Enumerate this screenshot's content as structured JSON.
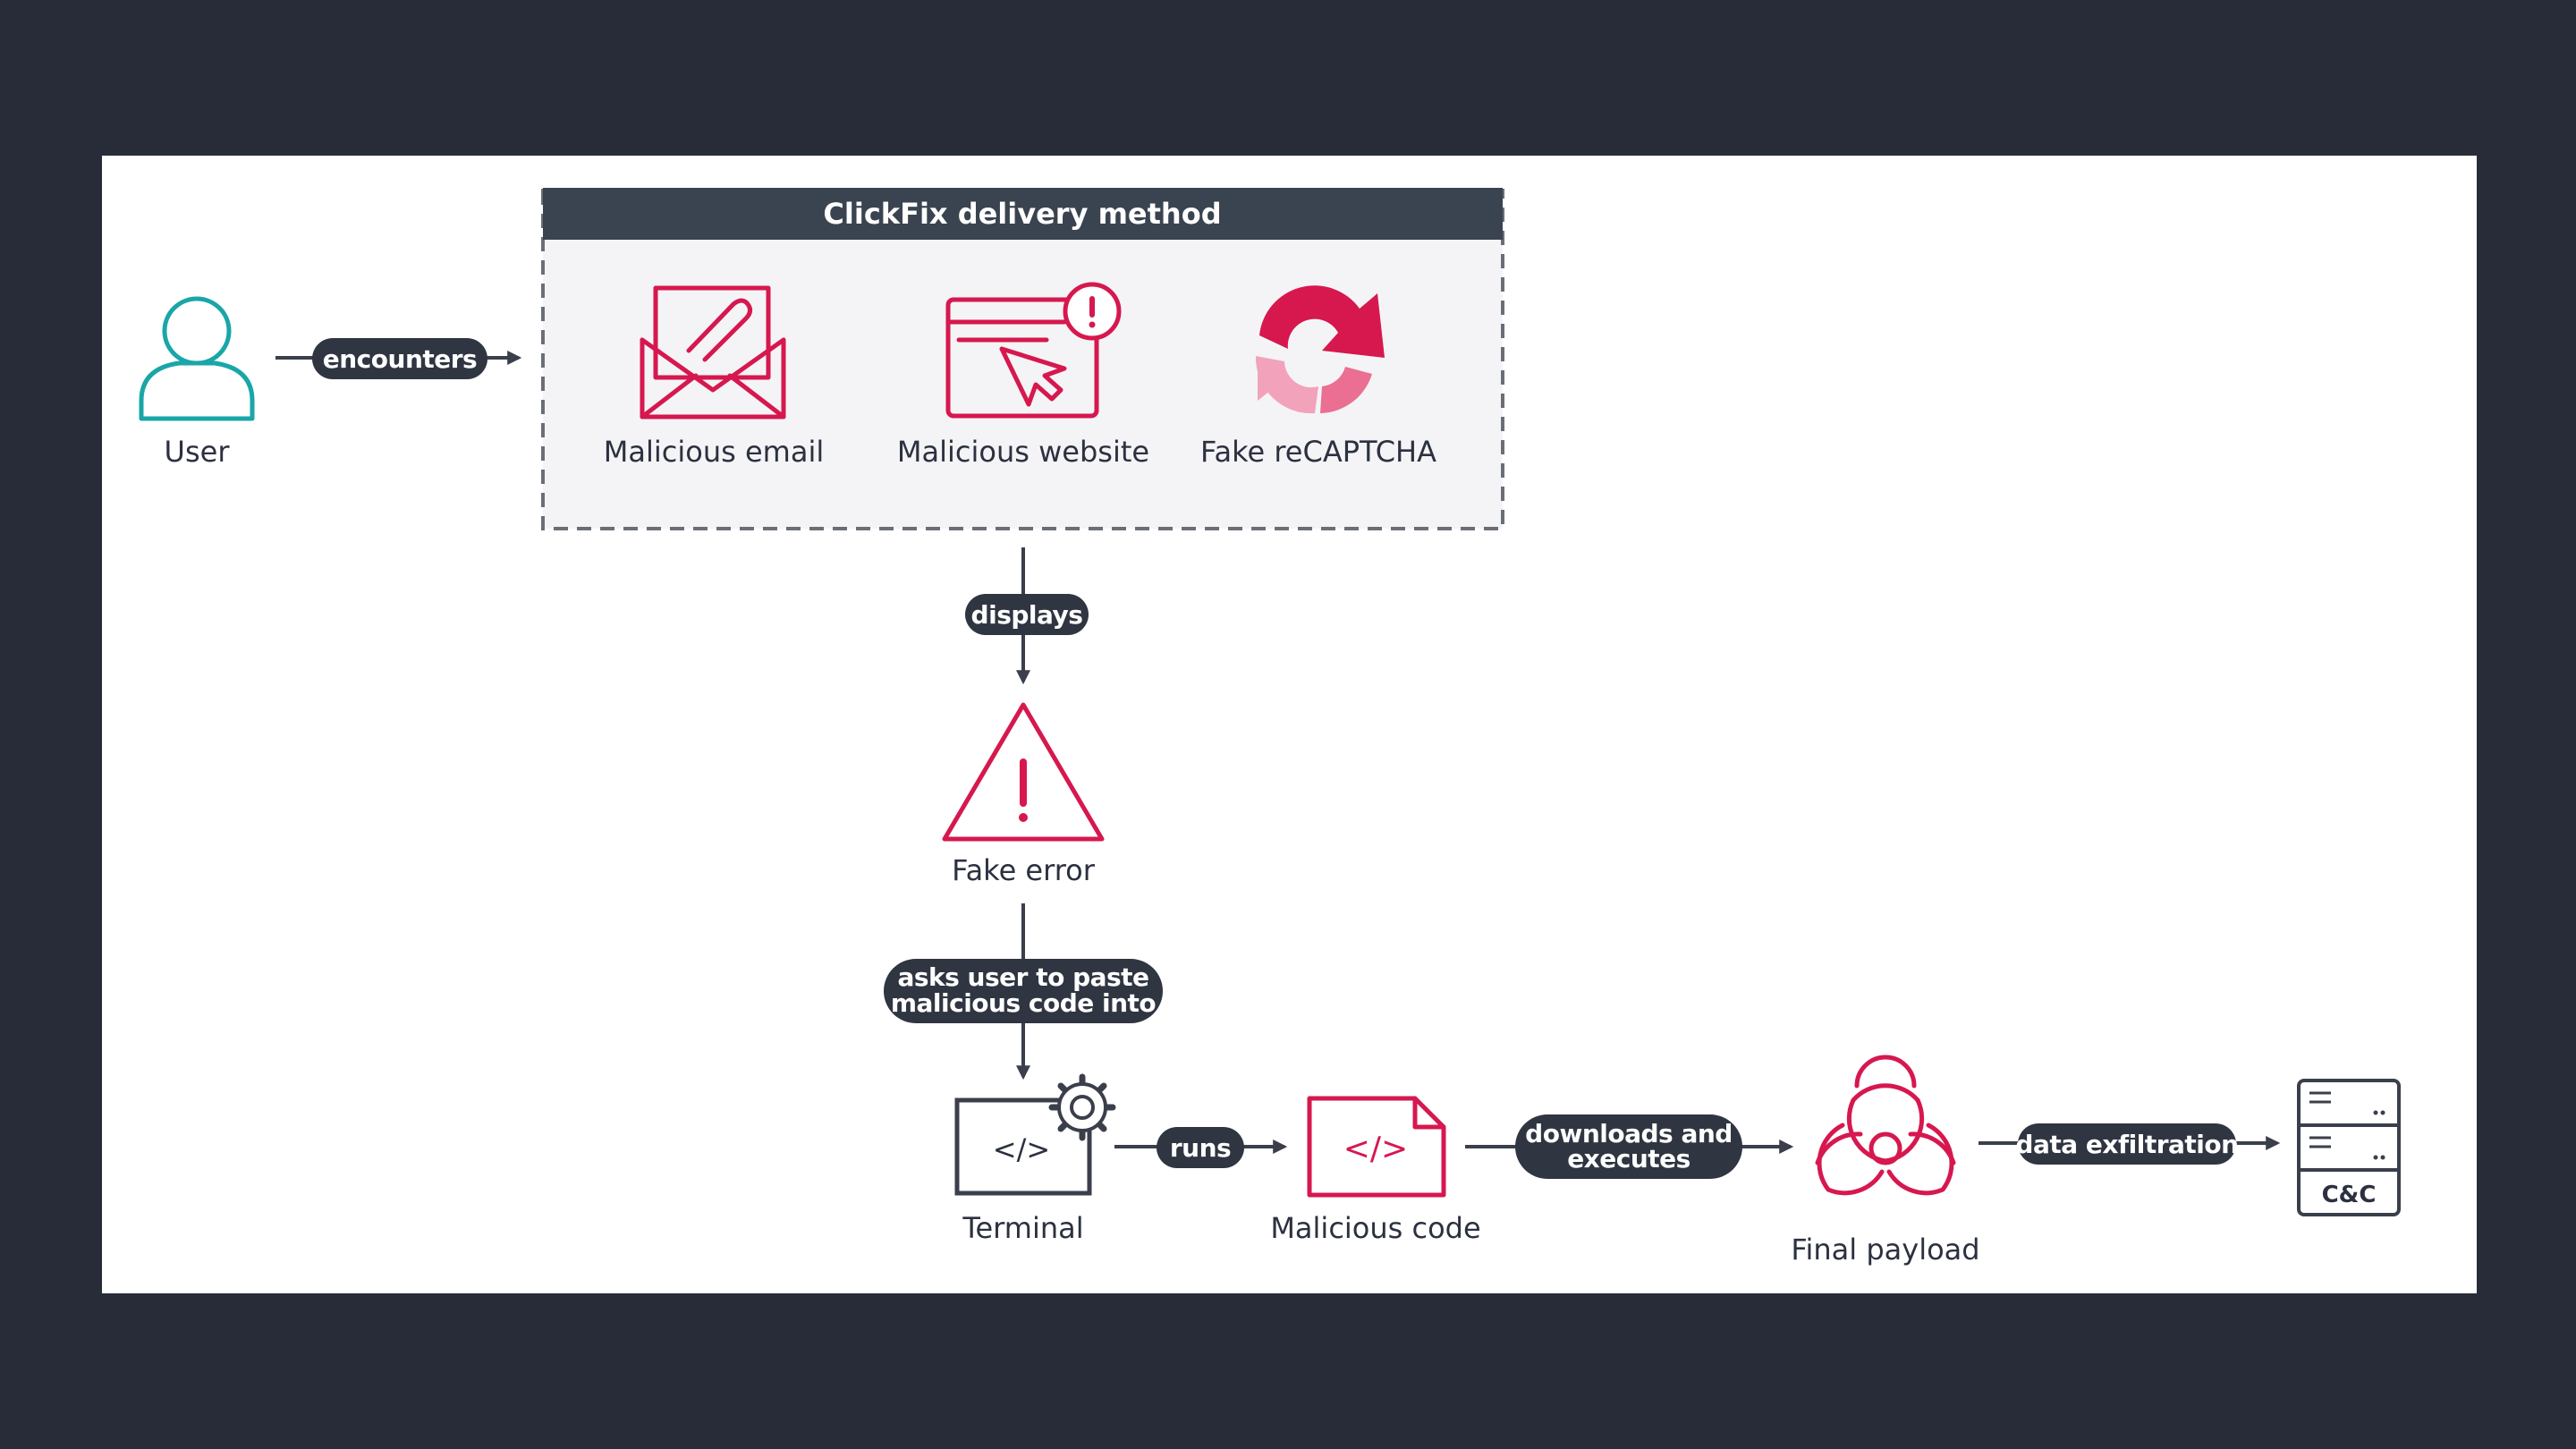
{
  "delivery_group": {
    "title": "ClickFix delivery method"
  },
  "nodes": {
    "user": "User",
    "malicious_email": "Malicious email",
    "malicious_website": "Malicious website",
    "fake_recaptcha": "Fake reCAPTCHA",
    "fake_error": "Fake error",
    "terminal": "Terminal",
    "malicious_code": "Malicious code",
    "final_payload": "Final payload",
    "cnc": "C&C"
  },
  "edges": {
    "encounters": "encounters",
    "displays": "displays",
    "asks_line1": "asks user to paste",
    "asks_line2": "malicious code into",
    "runs": "runs",
    "downloads_line1": "downloads and",
    "downloads_line2": "executes",
    "exfil": "data exfiltration"
  },
  "terminal_code": "</>",
  "colors": {
    "accent": "#d6184f",
    "user": "#1aa6a8",
    "pill": "#2f3541",
    "background": "#272c38"
  },
  "icons": {
    "user": "user-icon",
    "email": "envelope-icon",
    "website": "browser-cursor-icon",
    "recaptcha": "recaptcha-icon",
    "error": "warning-triangle-icon",
    "terminal": "terminal-gear-icon",
    "code": "code-file-icon",
    "payload": "biohazard-icon",
    "server": "server-icon"
  }
}
